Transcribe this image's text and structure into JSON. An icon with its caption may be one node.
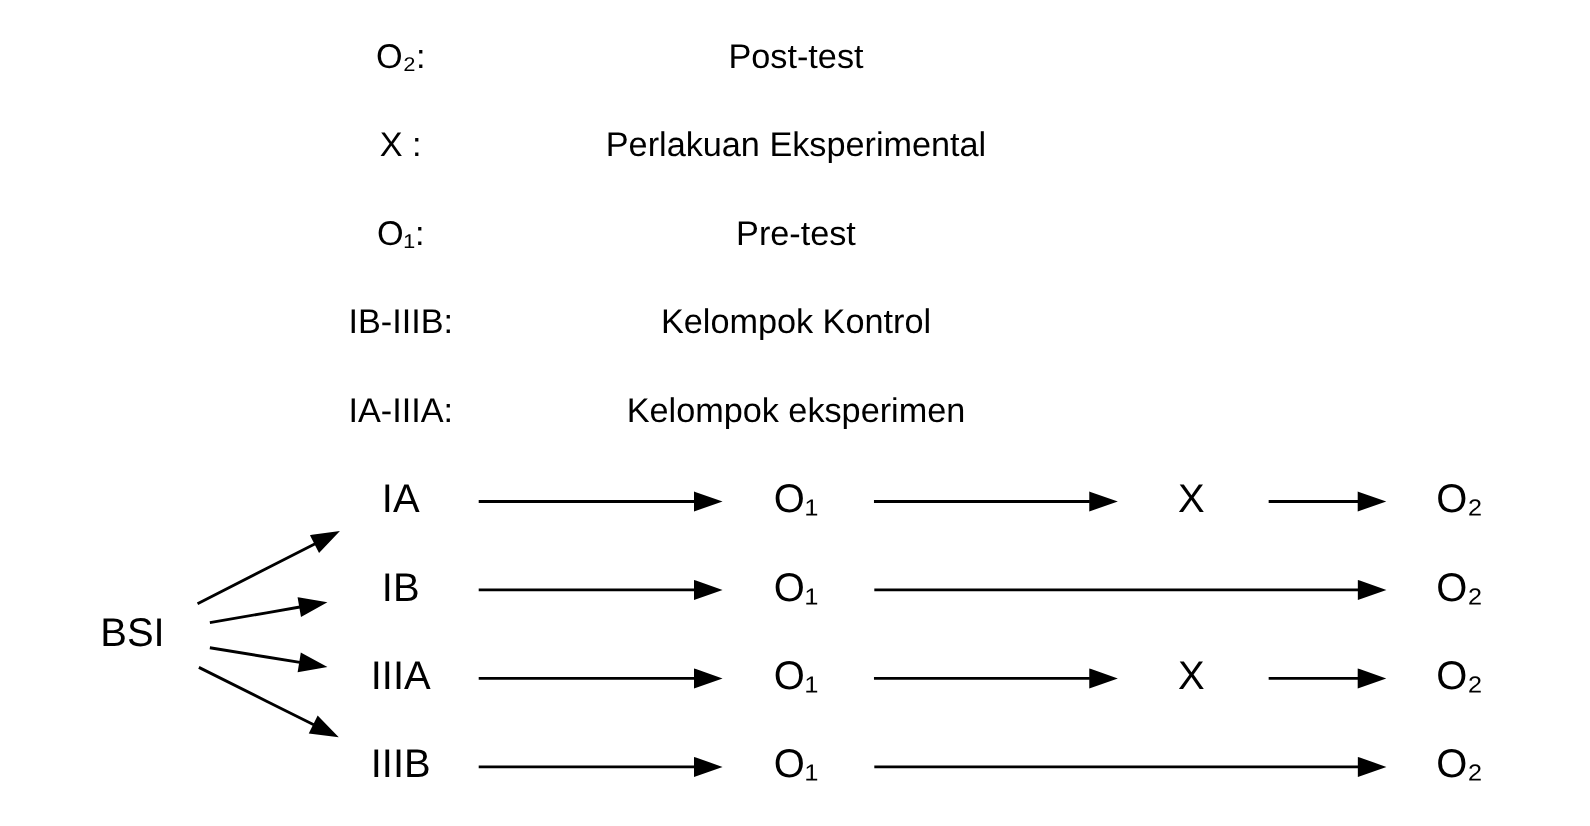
{
  "diagram": {
    "nodes": [
      {
        "text": [
          "BSI"
        ]
      },
      {
        "text": [
          "IA"
        ]
      },
      {
        "text": [
          "O₁"
        ]
      },
      {
        "text": [
          "X"
        ]
      },
      {
        "text": [
          "O₂"
        ]
      },
      {
        "text": [
          "IB"
        ]
      },
      {
        "text": [
          "O₁"
        ]
      },
      {
        "text": [
          "O₂"
        ]
      },
      {
        "text": [
          "IIIA"
        ]
      },
      {
        "text": [
          "O₁"
        ]
      },
      {
        "text": [
          "X"
        ]
      },
      {
        "text": [
          "O₂"
        ]
      },
      {
        "text": [
          "IIIB"
        ]
      },
      {
        "text": [
          "O₁"
        ]
      },
      {
        "text": [
          "O₂"
        ]
      }
    ],
    "edges": [
      {
        "from": 0,
        "to": 1,
        "arrow": "to"
      },
      {
        "from": 0,
        "to": 5,
        "arrow": "to"
      },
      {
        "from": 0,
        "to": 8,
        "arrow": "to"
      },
      {
        "from": 0,
        "to": 12,
        "arrow": "to"
      },
      {
        "from": 1,
        "to": 2,
        "arrow": "to"
      },
      {
        "from": 2,
        "to": 3,
        "arrow": "to"
      },
      {
        "from": 3,
        "to": 4,
        "arrow": "to"
      },
      {
        "from": 5,
        "to": 6,
        "arrow": "to"
      },
      {
        "from": 6,
        "to": 7,
        "arrow": "to"
      },
      {
        "from": 8,
        "to": 9,
        "arrow": "to"
      },
      {
        "from": 9,
        "to": 10,
        "arrow": "to"
      },
      {
        "from": 10,
        "to": 11,
        "arrow": "to"
      },
      {
        "from": 12,
        "to": 13,
        "arrow": "to"
      },
      {
        "from": 13,
        "to": 14,
        "arrow": "to"
      }
    ],
    "labels": [
      "IA-IIIA:",
      "Kelompok eksperimen",
      "IB-IIIB:",
      "Kelompok Kontrol",
      "O₁:",
      "Pre-test",
      "X :",
      "Perlakuan Eksperimental",
      "O₂:",
      "Post-test"
    ]
  }
}
